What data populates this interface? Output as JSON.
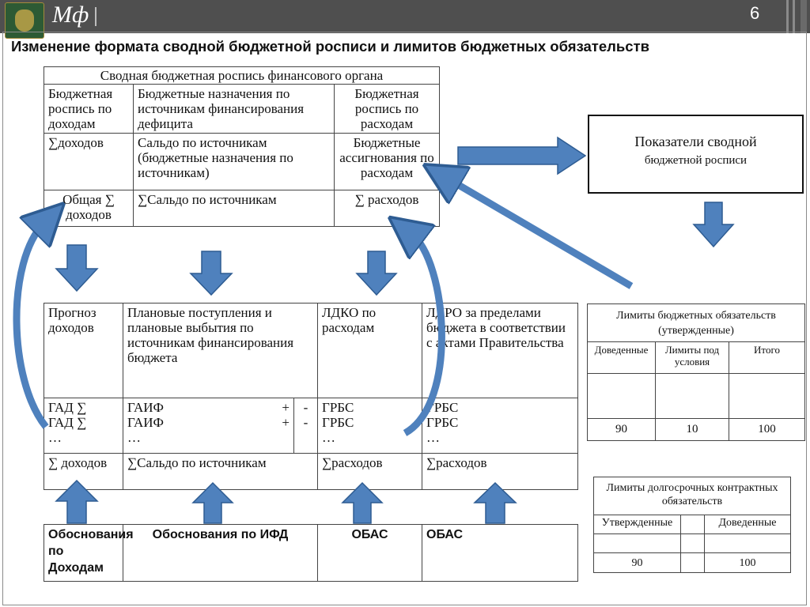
{
  "header": {
    "brand": "Мф",
    "page_number": "6",
    "title": "Изменение формата сводной бюджетной росписи и лимитов бюджетных обязательств"
  },
  "table_top": {
    "caption": "Сводная бюджетная роспись финансового органа",
    "col1_head": "Бюджетная роспись по доходам",
    "col2_head": "Бюджетные назначения по источникам финансирования дефицита",
    "col3_head": "Бюджетная роспись по расходам",
    "r2c1": "∑доходов",
    "r2c2": "Сальдо по источникам (бюджетные назначения по источникам)",
    "r2c3": "Бюджетные ассигнования по расходам",
    "r3c1": "Общая ∑ доходов",
    "r3c2": "∑Сальдо по источникам",
    "r3c3": "∑ расходов"
  },
  "indicator_box": {
    "line1": "Показатели сводной",
    "line2": "бюджетной росписи"
  },
  "table_middle": {
    "head1": "Прогноз доходов",
    "head2": "Плановые поступления и плановые выбытия по источникам финансирования бюджета",
    "head3": "ЛДКО по расходам",
    "head4": "ЛДРО за пределами бюджета в соответствии с актами Правительства",
    "gad1": "ГАД ∑",
    "gad2": "ГАД ∑",
    "gad3": "…",
    "gaif1": "ГАИФ",
    "gaif2": "ГАИФ",
    "gaif3": "…",
    "plus1": "+",
    "plus2": "+",
    "minus1": "-",
    "minus2": "-",
    "grbs_a1": "ГРБС",
    "grbs_a2": "ГРБС",
    "grbs_a3": "…",
    "grbs_b1": "ГРБС",
    "grbs_b2": "ГРБС",
    "grbs_b3": "…",
    "sum1": "∑ доходов",
    "sum2": "∑Сальдо по источникам",
    "sum3": "∑расходов",
    "sum4": "∑расходов"
  },
  "table_bottom": {
    "c1": "Обоснования по Доходам",
    "c2": "Обоснования по ИФД",
    "c3": "ОБАС",
    "c4": "ОБАС"
  },
  "limits_table": {
    "title": "Лимиты бюджетных обязательств (утвержденные)",
    "col1": "Доведенные",
    "col2": "Лимиты под условия",
    "col3": "Итого",
    "v1": "90",
    "v2": "10",
    "v3": "100"
  },
  "longterm_table": {
    "title": "Лимиты долгосрочных контрактных обязательств",
    "col1": "Утвержденные",
    "col2": "Доведенные",
    "v1": "90",
    "v2": "100"
  },
  "colors": {
    "arrow_fill": "#4f81bd",
    "arrow_stroke": "#2e5c92",
    "topbar": "#4f4f4f"
  }
}
